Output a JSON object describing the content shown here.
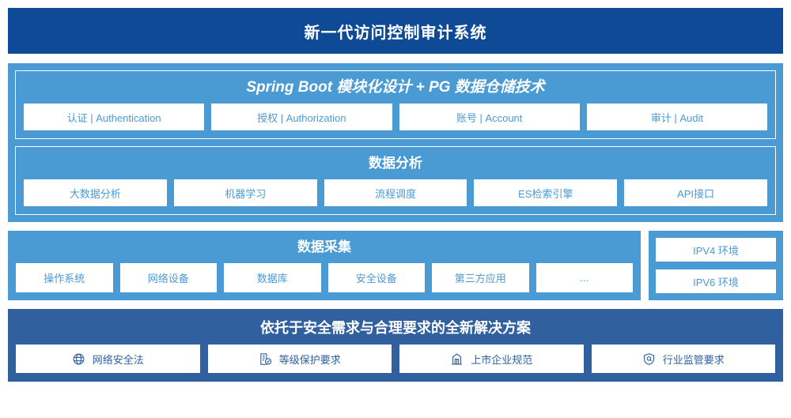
{
  "header": {
    "title": "新一代访问控制审计系统"
  },
  "architecture": {
    "spring": {
      "title": "Spring Boot 模块化设计 + PG 数据仓储技术",
      "items": [
        "认证 | Authentication",
        "授权 | Authorization",
        "账号 | Account",
        "审计 | Audit"
      ]
    },
    "analysis": {
      "title": "数据分析",
      "items": [
        "大数据分析",
        "机器学习",
        "流程调度",
        "ES检索引擎",
        "API接口"
      ]
    }
  },
  "collection": {
    "title": "数据采集",
    "items": [
      "操作系统",
      "网络设备",
      "数据库",
      "安全设备",
      "第三方应用",
      "…"
    ],
    "environments": [
      "IPV4 环境",
      "IPV6 环境"
    ]
  },
  "solution": {
    "title": "依托于安全需求与合理要求的全新解决方案",
    "items": [
      {
        "label": "网络安全法",
        "icon": "globe-icon"
      },
      {
        "label": "等级保护要求",
        "icon": "document-check-icon"
      },
      {
        "label": "上市企业规范",
        "icon": "bank-building-icon"
      },
      {
        "label": "行业监管要求",
        "icon": "shield-search-icon"
      }
    ]
  },
  "colors": {
    "header_navy": "#0e4a95",
    "panel_blue": "#4a9ad4",
    "solution_blue": "#31609f",
    "chip_white": "#ffffff"
  }
}
